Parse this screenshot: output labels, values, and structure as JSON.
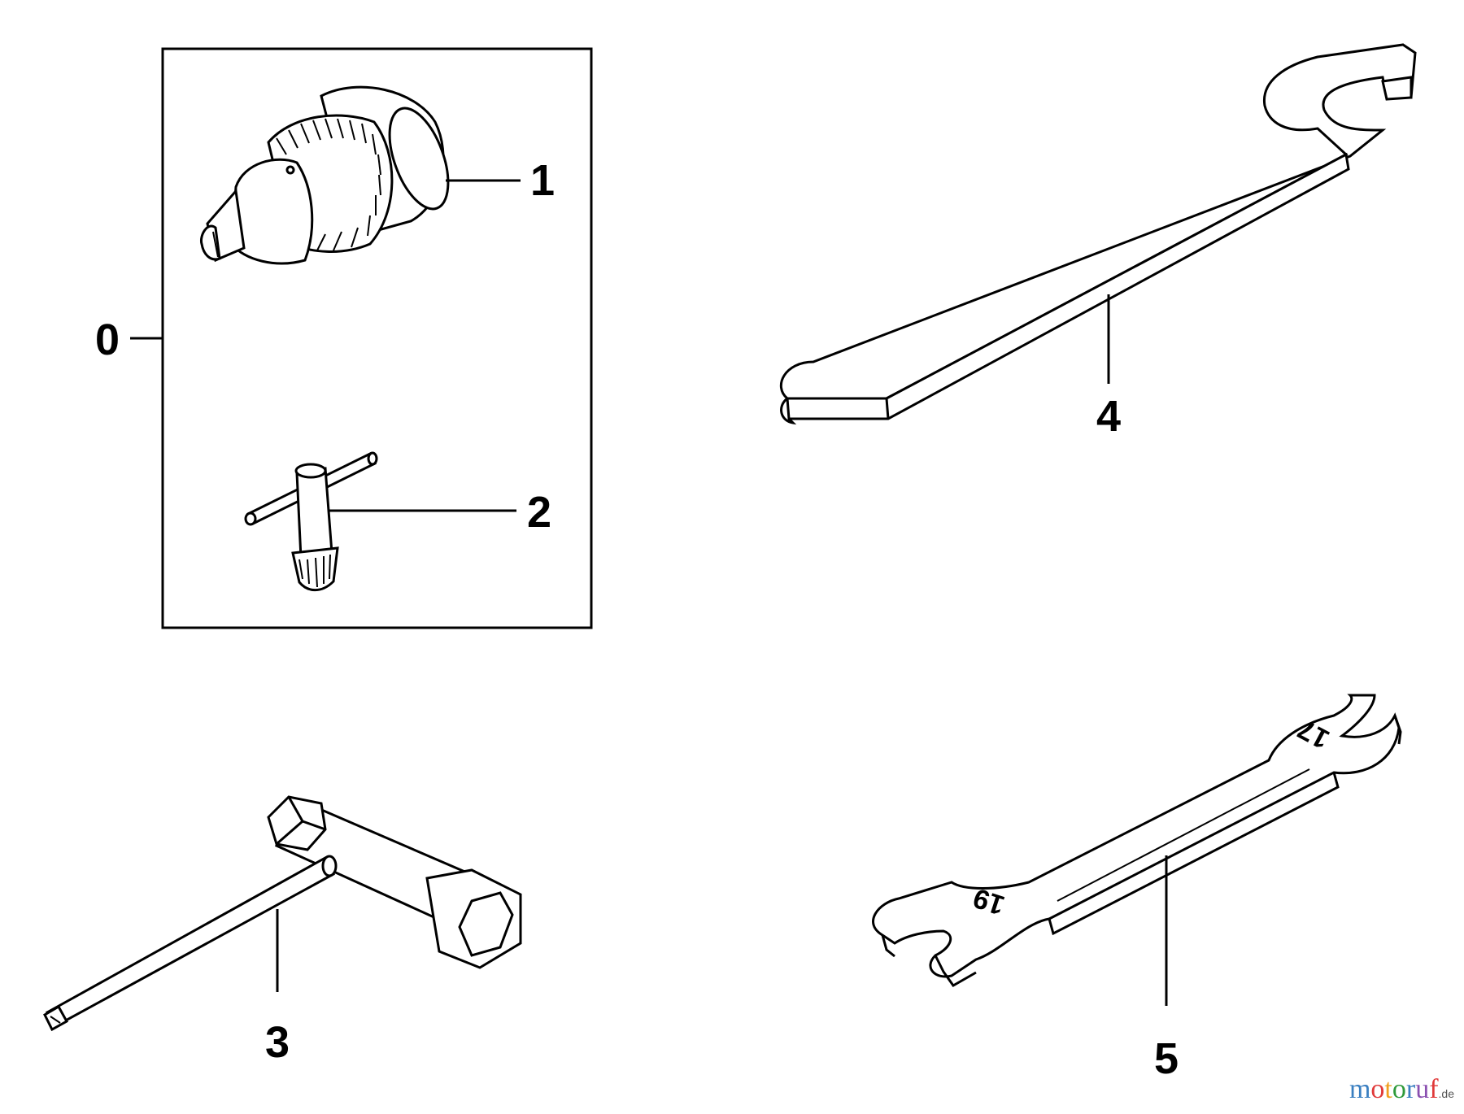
{
  "callouts": {
    "c0": "0",
    "c1": "1",
    "c2": "2",
    "c3": "3",
    "c4": "4",
    "c5": "5"
  },
  "wrench_marks": {
    "small_end": "17",
    "large_end": "19"
  },
  "watermark": {
    "letters": [
      "m",
      "o",
      "t",
      "o",
      "r",
      "u",
      "f"
    ],
    "letter_colors": [
      "#3a7fc1",
      "#e03a3a",
      "#f0a020",
      "#2f9a3a",
      "#3a7fc1",
      "#8a4fb0",
      "#e03a3a"
    ],
    "suffix": ".de"
  }
}
